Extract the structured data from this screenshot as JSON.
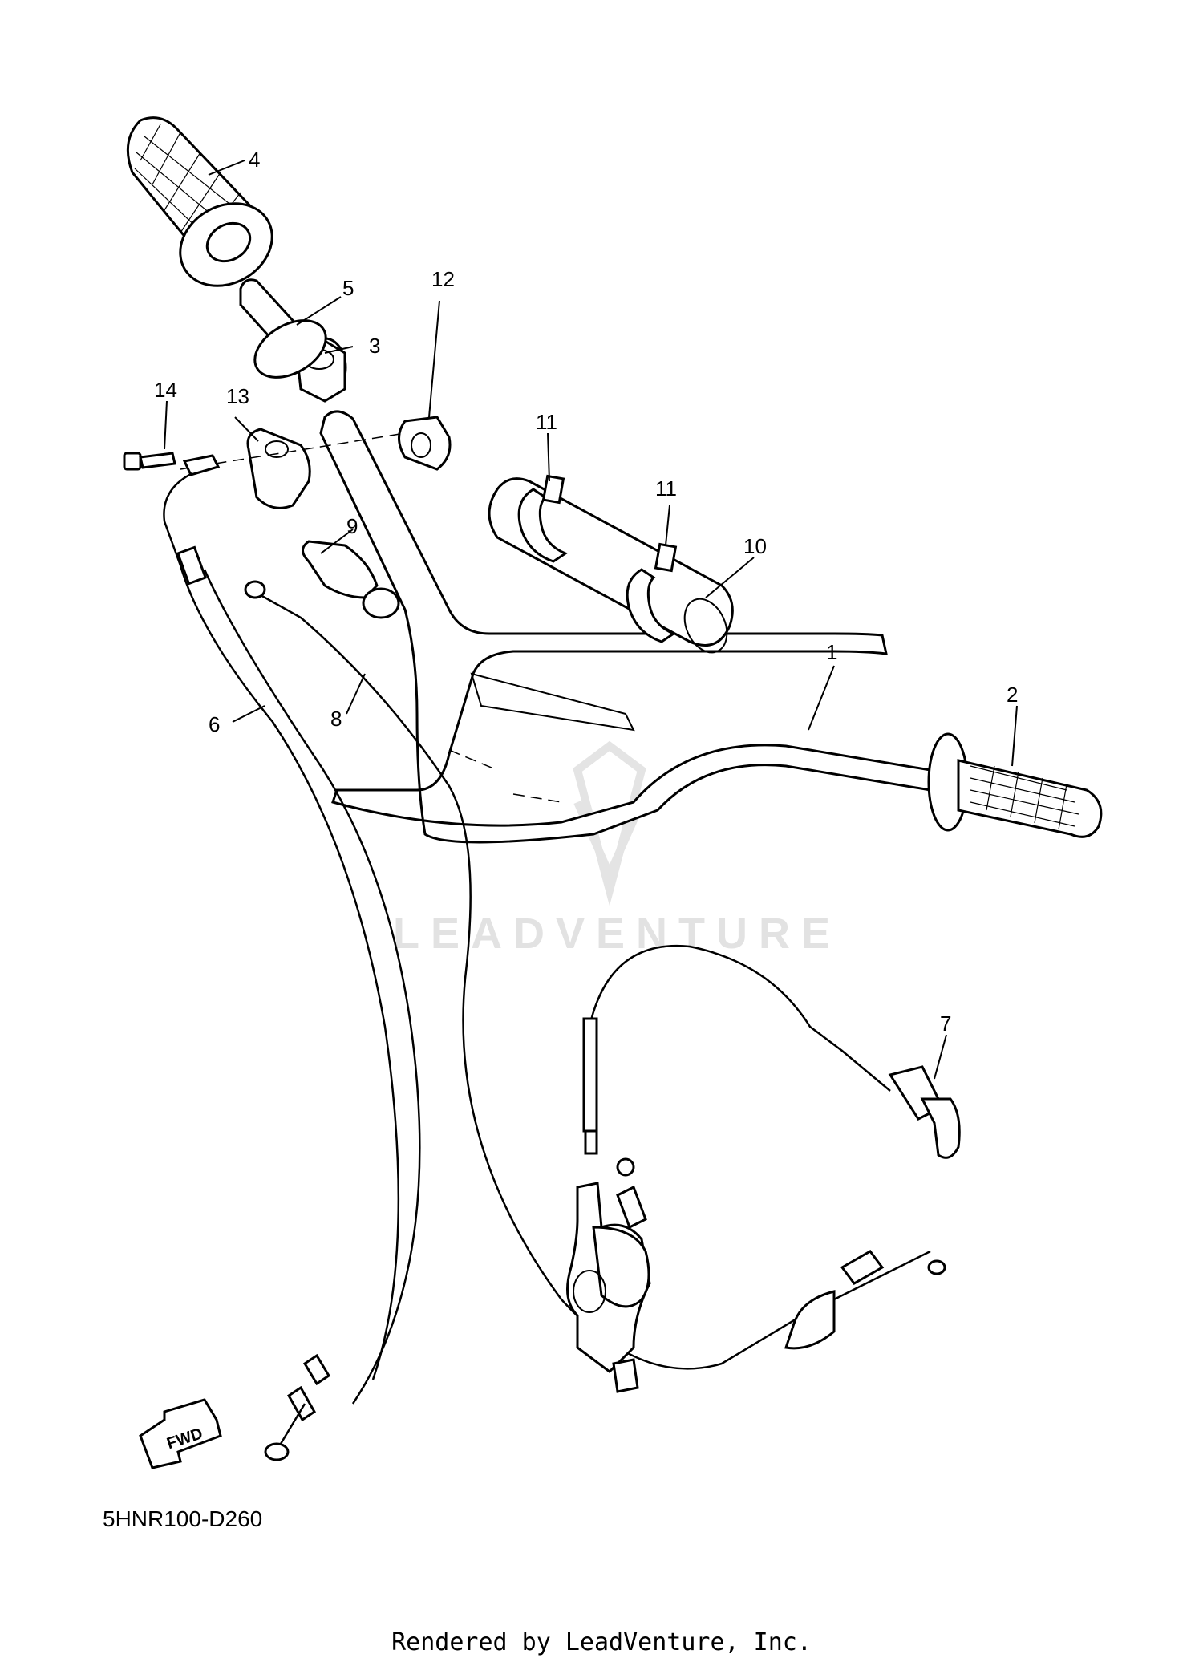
{
  "diagram": {
    "part_code": "5HNR100-D260",
    "footer": "Rendered by LeadVenture, Inc.",
    "watermark": "LEADVENTURE",
    "fwd_label": "FWD",
    "callouts": {
      "c1": "1",
      "c2": "2",
      "c3": "3",
      "c4": "4",
      "c5": "5",
      "c6": "6",
      "c7": "7",
      "c8": "8",
      "c9": "9",
      "c10": "10",
      "c11a": "11",
      "c11b": "11",
      "c12": "12",
      "c13": "13",
      "c14": "14"
    }
  }
}
